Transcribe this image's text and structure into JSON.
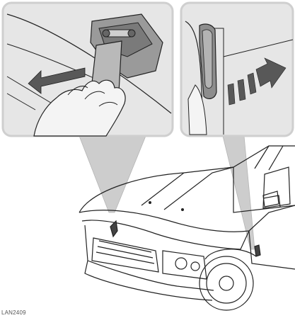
{
  "figure": {
    "reference_code": "LAN2409"
  },
  "panels": [
    {
      "id": "hood-release",
      "icon": "hood-release-lever-icon"
    },
    {
      "id": "door-pillar-release",
      "icon": "pillar-release-handle-icon"
    }
  ],
  "vehicle": {
    "icon": "suv-front-view-icon"
  },
  "colors": {
    "panel_background": "#e6e6e6",
    "panel_border": "#cfcfcf",
    "callout_wedge": "#c8c8c8",
    "arrow_fill": "#585858",
    "line_art": "#222222"
  }
}
